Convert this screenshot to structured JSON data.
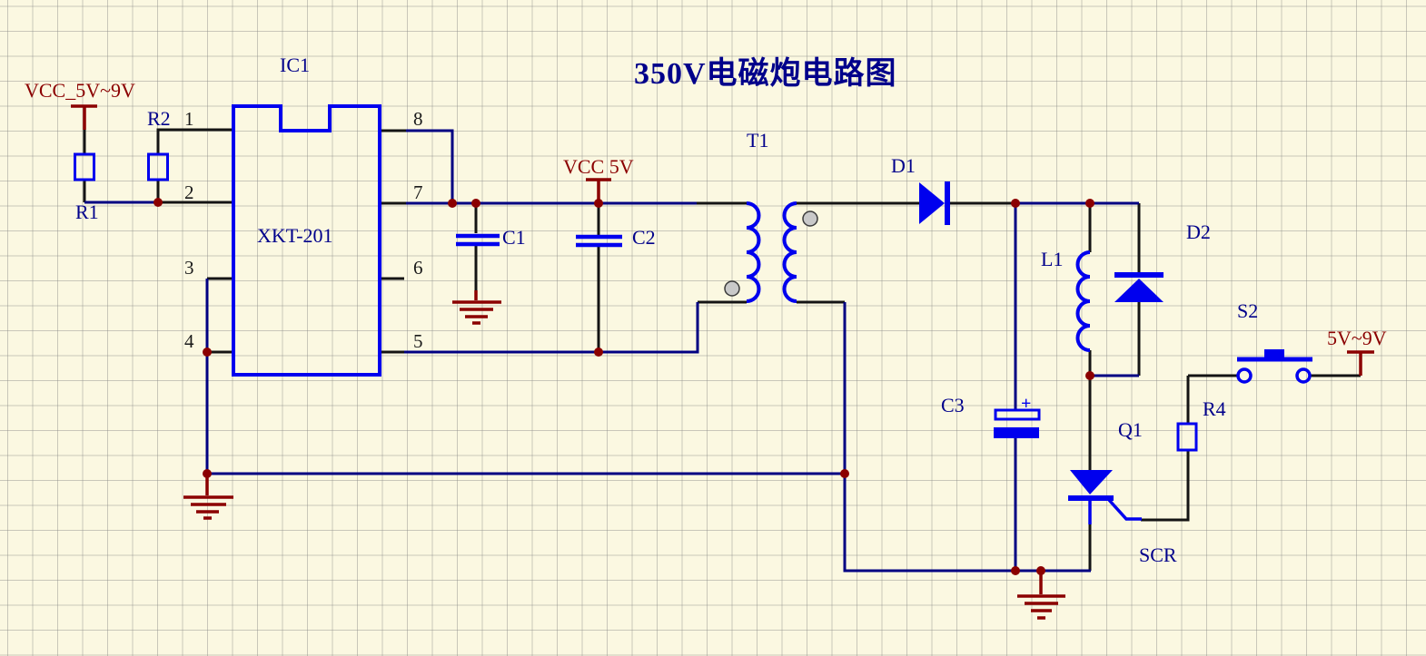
{
  "title": "350V电磁炮电路图",
  "ic1": {
    "designator": "IC1",
    "part": "XKT-201",
    "pins": {
      "p1": "1",
      "p2": "2",
      "p3": "3",
      "p4": "4",
      "p5": "5",
      "p6": "6",
      "p7": "7",
      "p8": "8"
    }
  },
  "components": {
    "r1": {
      "designator": "R1"
    },
    "r2": {
      "designator": "R2"
    },
    "r4": {
      "designator": "R4"
    },
    "c1": {
      "designator": "C1"
    },
    "c2": {
      "designator": "C2"
    },
    "c3": {
      "designator": "C3",
      "polarity_mark": "+"
    },
    "t1": {
      "designator": "T1"
    },
    "d1": {
      "designator": "D1"
    },
    "d2": {
      "designator": "D2"
    },
    "l1": {
      "designator": "L1"
    },
    "q1": {
      "designator": "Q1",
      "type_label": "SCR"
    },
    "s2": {
      "designator": "S2"
    }
  },
  "power": {
    "vcc_input": "VCC_5V~9V",
    "vcc_5v": "VCC 5V",
    "battery_right": "5V~9V"
  },
  "colors": {
    "background": "#FBF8E1",
    "grid": "#C9C9C0",
    "wire_navy": "#000082",
    "wire_black": "#141414",
    "component_blue": "#0000EE",
    "power_maroon": "#8B0000",
    "label_blue": "#00008B"
  }
}
